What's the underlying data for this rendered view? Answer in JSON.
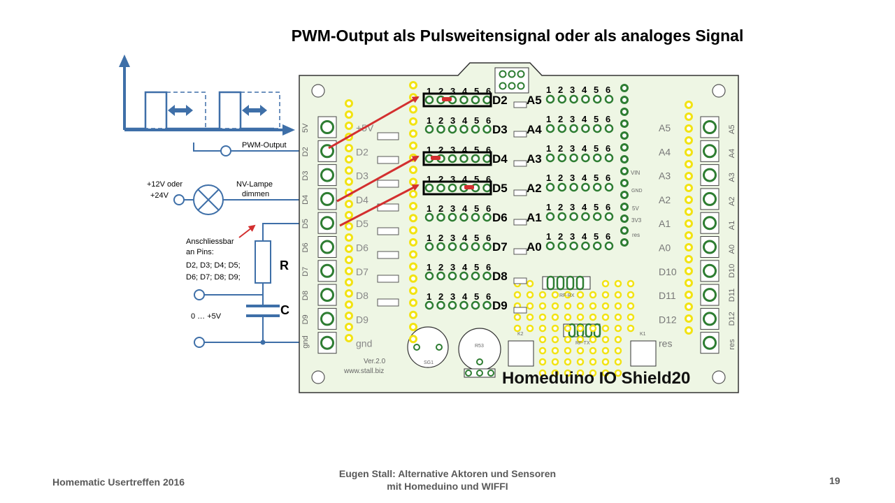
{
  "title": "PWM-Output als Pulsweitensignal oder als analoges Signal",
  "colors": {
    "pcb_bg": "#eef6e4",
    "wire": "#3e6fa8",
    "pad": "#2e7d32",
    "highlight": "#d32f2f",
    "pin_yellow": "#f2e313"
  },
  "left_circuit": {
    "pwm_output_label": "PWM-Output",
    "supply_label": [
      "+12V oder",
      "+24V"
    ],
    "lamp_label": [
      "NV-Lampe",
      "dimmen"
    ],
    "connectable_label": [
      "Anschliessbar",
      "an  Pins:",
      "D2, D3; D4; D5;",
      "D6; D7; D8; D9;"
    ],
    "resistor_label": "R",
    "capacitor_label": "C",
    "voltage_range_label": "0 … +5V"
  },
  "board": {
    "name": "Homeduino IO Shield20",
    "version": "Ver.2.0",
    "website": "www.stall.biz",
    "left_terminal_labels": [
      "5V",
      "D2",
      "D3",
      "D4",
      "D5",
      "D6",
      "D7",
      "D8",
      "D9",
      "gnd"
    ],
    "left_inner_labels": [
      "+5V",
      "D2",
      "D3",
      "D4",
      "D5",
      "D6",
      "D7",
      "D8",
      "D9",
      "gnd"
    ],
    "center_header_digits": [
      "1",
      "2",
      "3",
      "4",
      "5",
      "6"
    ],
    "center_row_labels": [
      "D2",
      "D3",
      "D4",
      "D5",
      "D6",
      "D7",
      "D8",
      "D9"
    ],
    "analog_row_labels": [
      "A5",
      "A4",
      "A3",
      "A2",
      "A1",
      "A0"
    ],
    "right_inner_labels": [
      "A5",
      "A4",
      "A3",
      "A2",
      "A1",
      "A0",
      "D10",
      "D11",
      "D12",
      "res"
    ],
    "right_terminal_labels": [
      "A5",
      "A4",
      "A3",
      "A2",
      "A1",
      "A0",
      "D10",
      "D11",
      "D12",
      "res"
    ],
    "small_labels": [
      "VIN",
      "GND",
      "5V",
      "3V3",
      "res",
      "RF-RX",
      "RF-TX",
      "K2",
      "K1",
      "SG1",
      "R53"
    ]
  },
  "footer": {
    "left": "Homematic Usertreffen 2016",
    "center_line1": "Eugen Stall:  Alternative Aktoren und Sensoren",
    "center_line2": "mit Homeduino und WIFFI",
    "page": "19"
  }
}
